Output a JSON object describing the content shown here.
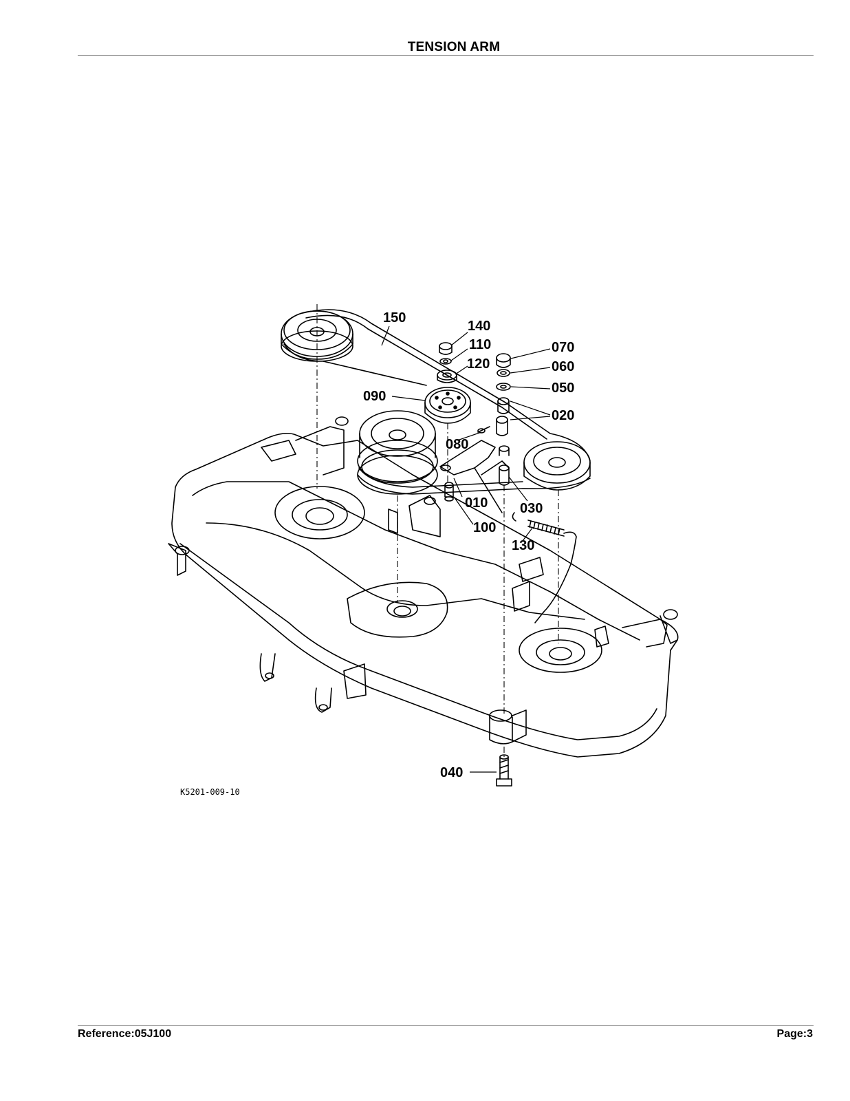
{
  "header": {
    "title": "TENSION ARM"
  },
  "footer": {
    "reference": "Reference:05J100",
    "page": "Page:3"
  },
  "diagram": {
    "drawing_code": "K5201-009-10",
    "callouts": [
      "010",
      "020",
      "030",
      "040",
      "050",
      "060",
      "070",
      "080",
      "090",
      "100",
      "110",
      "120",
      "130",
      "140",
      "150"
    ],
    "colors": {
      "line": "#000000",
      "background": "#ffffff"
    }
  }
}
